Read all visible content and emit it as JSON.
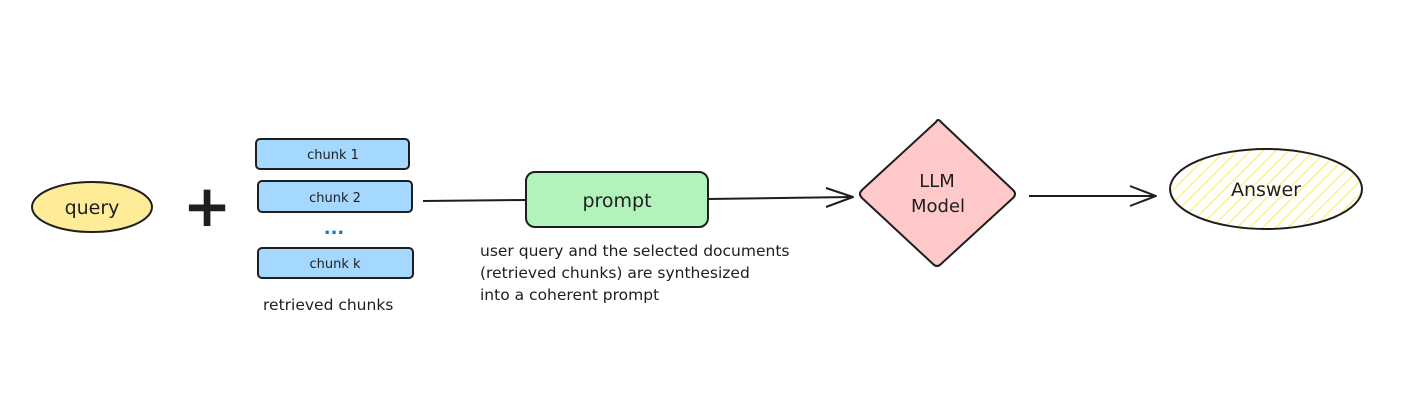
{
  "nodes": {
    "query": {
      "label": "query",
      "fill": "#ffec99"
    },
    "plus": {
      "label": "+"
    },
    "chunks": {
      "items": [
        "chunk 1",
        "chunk 2",
        "chunk k"
      ],
      "ellipsis": "...",
      "caption": "retrieved chunks",
      "fill": "#a5d8ff"
    },
    "prompt": {
      "label": "prompt",
      "fill": "#b2f2bb"
    },
    "prompt_caption": {
      "lines": [
        "user query and the selected documents",
        "(retrieved chunks) are synthesized",
        "into a coherent prompt"
      ]
    },
    "llm": {
      "lines": [
        "LLM",
        "Model"
      ],
      "fill": "#ffc9c9"
    },
    "answer": {
      "label": "Answer",
      "hatch_color": "#fff3a8"
    }
  }
}
